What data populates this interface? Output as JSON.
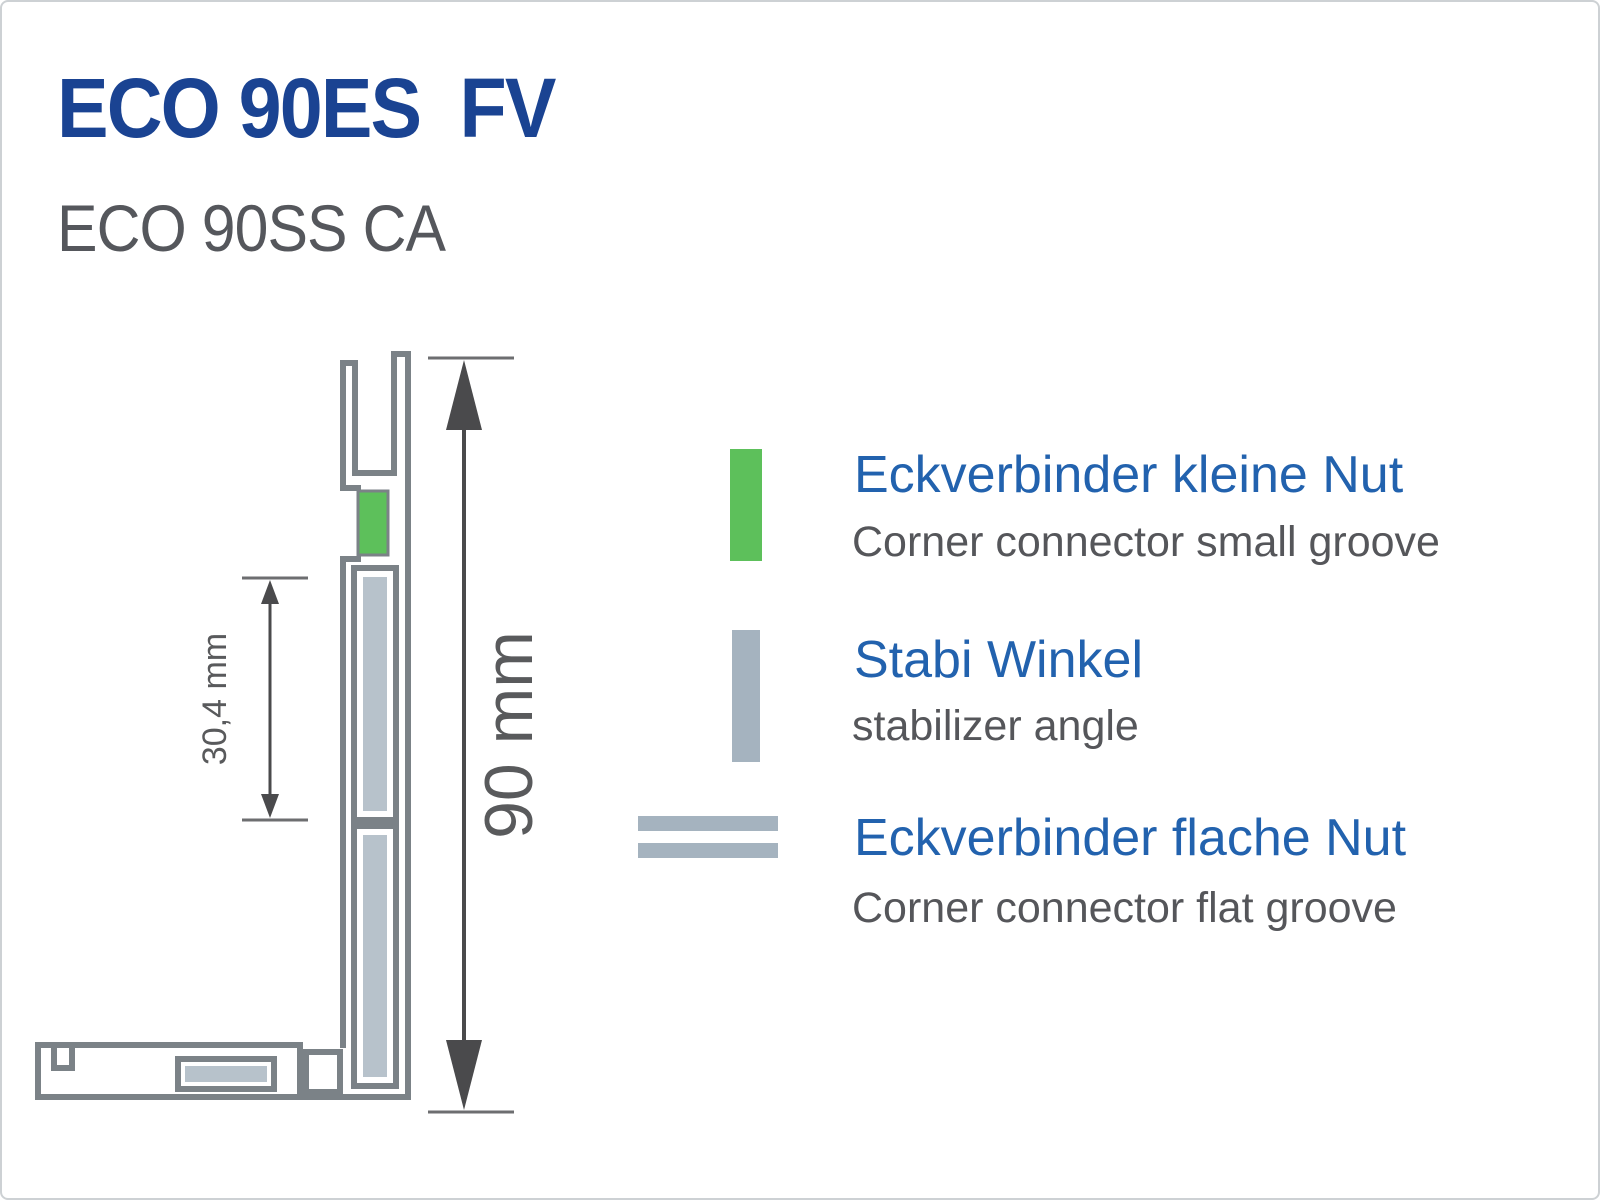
{
  "header": {
    "title": "ECO 90ES  FV",
    "subtitle": "ECO 90SS CA"
  },
  "diagram": {
    "dim_height_label": "90 mm",
    "dim_groove_label": "30,4 mm"
  },
  "legend": {
    "items": [
      {
        "icon": "corner-connector-small-groove-swatch",
        "title": "Eckverbinder kleine Nut",
        "subtitle": "Corner connector small groove",
        "color": "#5dc05b"
      },
      {
        "icon": "stabilizer-angle-swatch",
        "title": "Stabi Winkel",
        "subtitle": "stabilizer angle",
        "color": "#a5b3bf"
      },
      {
        "icon": "corner-connector-flat-groove-swatch",
        "title": "Eckverbinder flache Nut",
        "subtitle": "Corner connector flat groove",
        "color": "#a5b3bf"
      }
    ]
  },
  "colors": {
    "title_blue": "#1a4392",
    "legend_blue": "#2262ae",
    "text_gray": "#55565a",
    "profile_outline": "#7b8287",
    "insert_fill": "#b7c2cb",
    "connector_green": "#5dc05b",
    "dimension_dark": "#4a4a4c"
  }
}
